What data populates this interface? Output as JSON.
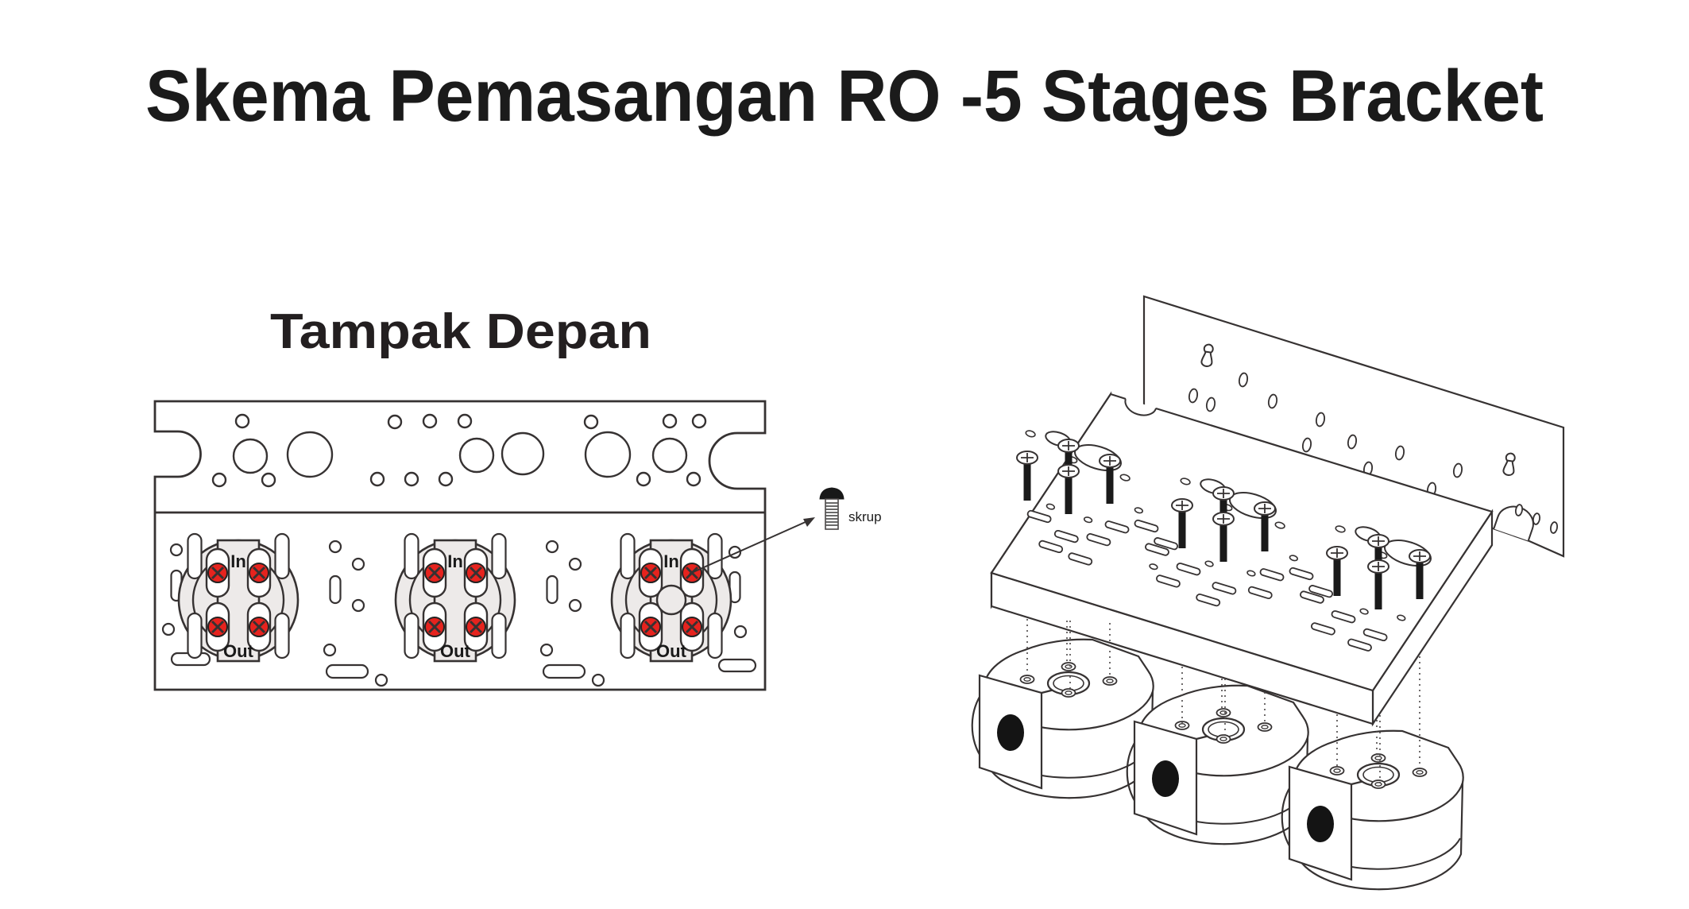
{
  "page": {
    "title": "Skema Pemasangan RO -5 Stages Bracket",
    "background_color": "#ffffff",
    "text_color": "#1b1b1b"
  },
  "front_view": {
    "label": "Tampak Depan",
    "filter_heads": [
      {
        "in_label": "In",
        "out_label": "Out"
      },
      {
        "in_label": "In",
        "out_label": "Out"
      },
      {
        "in_label": "In",
        "out_label": "Out"
      }
    ],
    "screw_annotation": {
      "label": "skrup"
    },
    "colors": {
      "screw_marker_red": "#e6231e",
      "head_fill": "#edeae9",
      "line": "#363232"
    }
  },
  "isometric_view": {
    "mounting_screw_count": 12,
    "filter_head_count": 3,
    "wall_keyhole_count": 2
  }
}
